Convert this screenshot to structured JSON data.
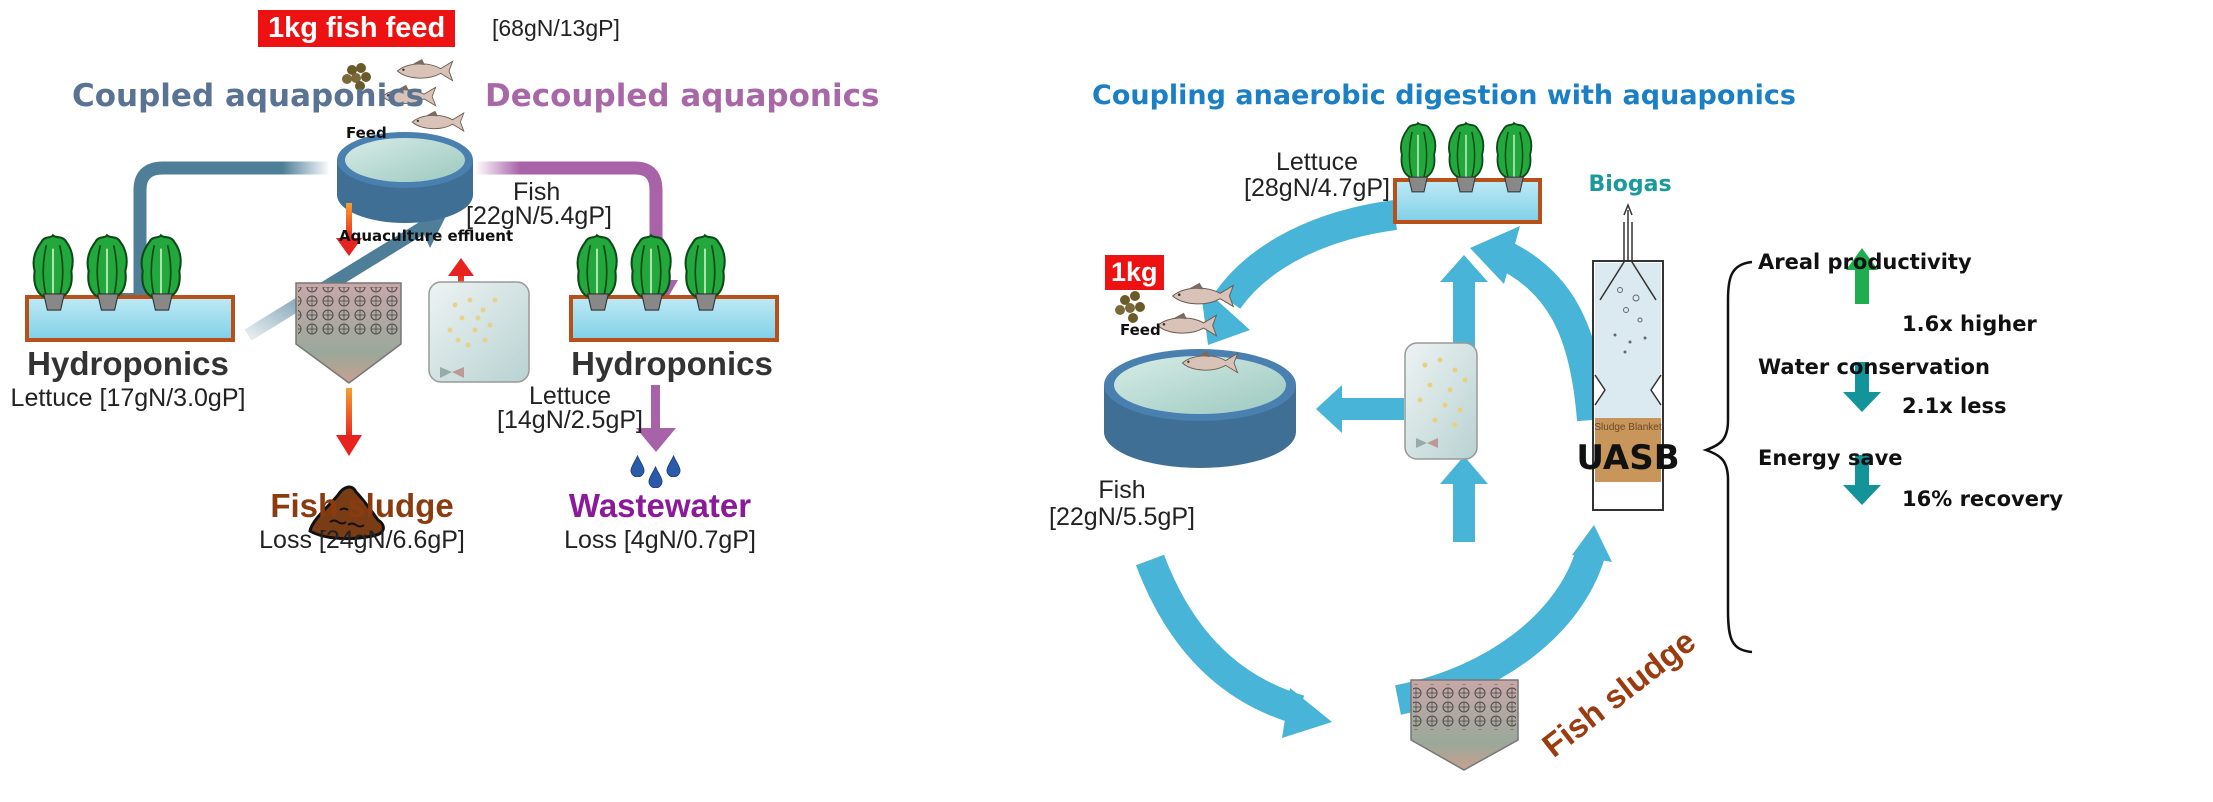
{
  "left_panel": {
    "feed_label": "1kg fish feed",
    "feed_value": "[68gN/13gP]",
    "coupled_title": "Coupled aquaponics",
    "decoupled_title": "Decoupled aquaponics",
    "tank_feed_label": "Feed",
    "tank_effluent_label": "Aquaculture effluent",
    "fish_label": "Fish",
    "fish_value": "[22gN/5.4gP]",
    "hydro_left_title": "Hydroponics",
    "hydro_left_value": "Lettuce [17gN/3.0gP]",
    "hydro_right_title": "Hydroponics",
    "hydro_right_lettuce": "Lettuce",
    "hydro_right_value": "[14gN/2.5gP]",
    "sludge_title": "Fish sludge",
    "sludge_value": "Loss [24gN/6.6gP]",
    "wastewater_title": "Wastewater",
    "wastewater_value": "Loss [4gN/0.7gP]"
  },
  "right_panel": {
    "title": "Coupling anaerobic digestion with aquaponics",
    "lettuce_label": "Lettuce",
    "lettuce_value": "[28gN/4.7gP]",
    "feed_badge": "1kg",
    "tank_feed_label": "Feed",
    "fish_label": "Fish",
    "fish_value": "[22gN/5.5gP]",
    "biogas_label": "Biogas",
    "sludge_blanket_label": "Sludge Blanket",
    "uasb_label": "UASB",
    "fish_sludge_label": "Fish sludge"
  },
  "benefits": [
    {
      "heading": "Areal productivity",
      "value": "1.6x higher",
      "direction": "up",
      "color": "#1fae4f"
    },
    {
      "heading": "Water conservation",
      "value": "2.1x less",
      "direction": "down",
      "color": "#13939a"
    },
    {
      "heading": "Energy save",
      "value": "16% recovery",
      "direction": "down",
      "color": "#13939a"
    }
  ],
  "colors": {
    "coupled_arrow": "#4f7f98",
    "decoupled_arrow": "#a862a8",
    "red_arrow": "#e8231f",
    "cycle_arrow": "#47b4d8",
    "feed_box": "#ee1111"
  }
}
